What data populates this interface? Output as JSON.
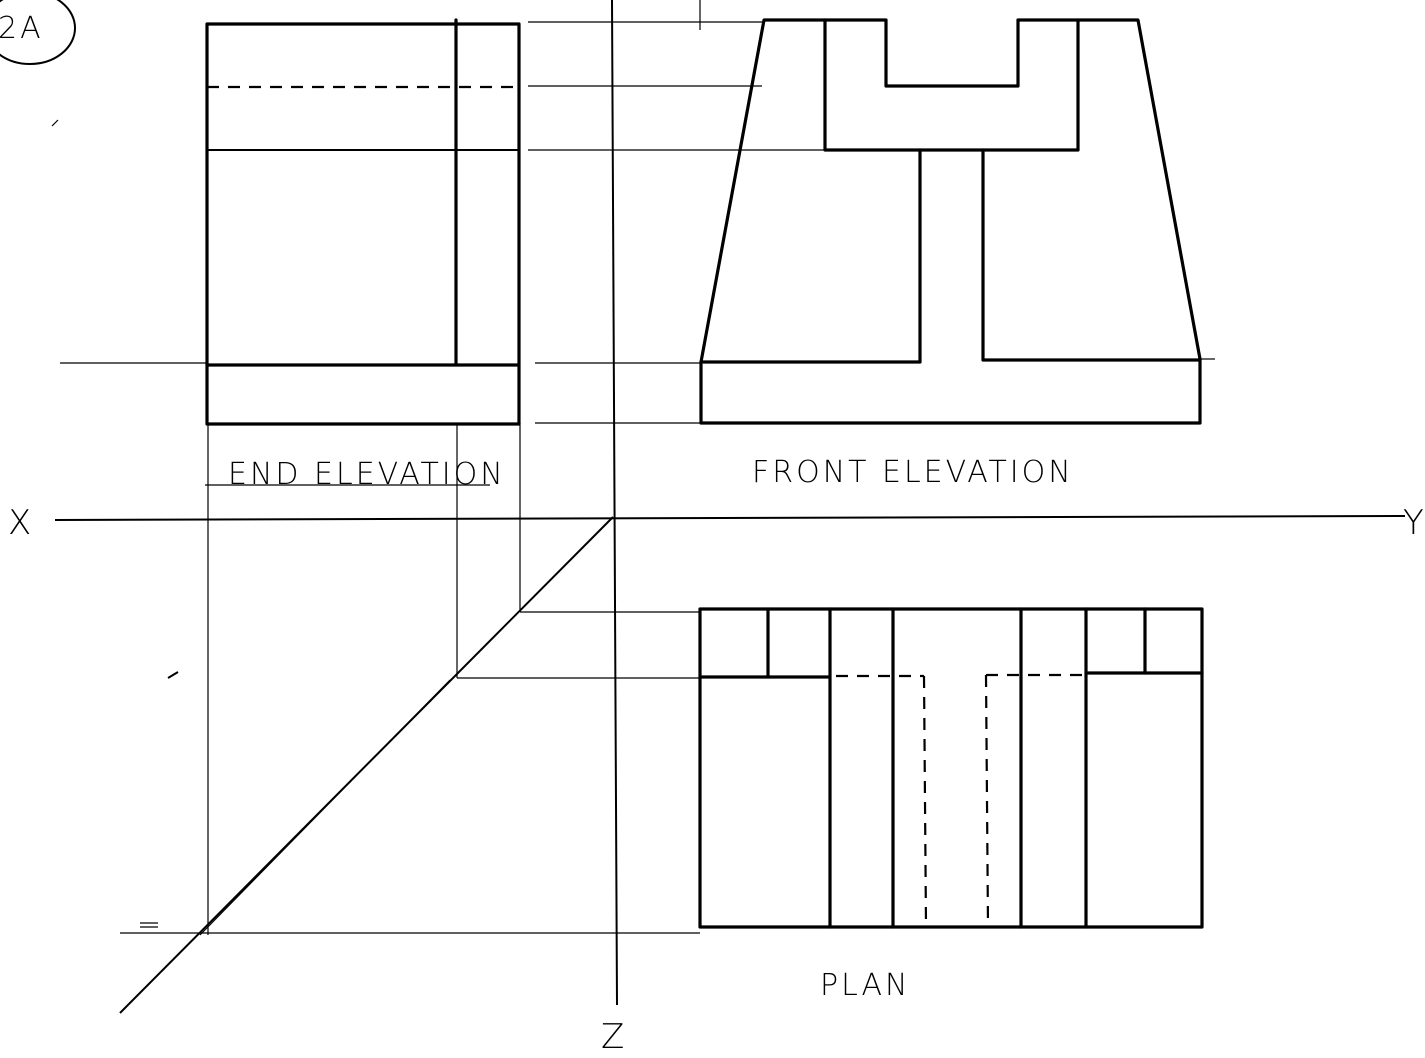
{
  "sheet": {
    "question_number": "2A"
  },
  "views": {
    "end_elevation": "END ELEVATION",
    "front_elevation": "FRONT ELEVATION",
    "plan": "PLAN"
  },
  "axes": {
    "x_label": "X",
    "y_label": "Y",
    "z_label": "Z"
  },
  "colors": {
    "ink": "#000000",
    "paper": "#ffffff"
  }
}
